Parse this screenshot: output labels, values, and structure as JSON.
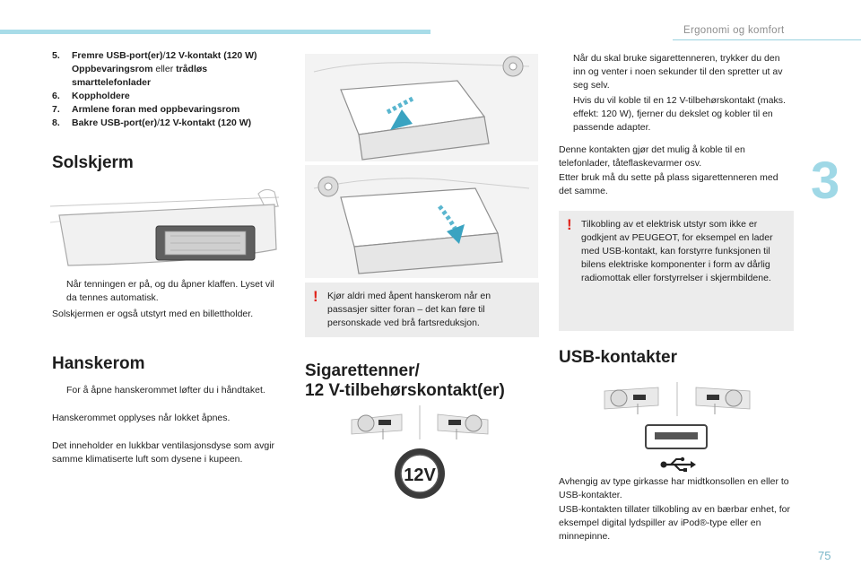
{
  "header": {
    "section": "Ergonomi og komfort",
    "chapter": "3",
    "page_number": "75"
  },
  "items": [
    {
      "num": "5.",
      "parts": [
        {
          "t": "Fremre USB-port(er)",
          "b": true
        },
        {
          "t": "/",
          "b": false
        },
        {
          "t": "12 V-kontakt (120 W)",
          "b": true
        }
      ]
    },
    {
      "num": "",
      "parts": [
        {
          "t": "Oppbevaringsrom",
          "b": true
        },
        {
          "t": " eller ",
          "b": false
        },
        {
          "t": "trådløs smarttelefonlader",
          "b": true
        }
      ]
    },
    {
      "num": "6.",
      "parts": [
        {
          "t": "Koppholdere",
          "b": true
        }
      ]
    },
    {
      "num": "7.",
      "parts": [
        {
          "t": "Armlene foran med oppbevaringsrom",
          "b": true
        }
      ]
    },
    {
      "num": "8.",
      "parts": [
        {
          "t": "Bakre USB-port(er)",
          "b": true
        },
        {
          "t": "/",
          "b": false
        },
        {
          "t": "12 V-kontakt (120 W)",
          "b": true
        }
      ]
    }
  ],
  "solskjerm": {
    "title": "Solskjerm",
    "bullet": "Når tenningen er på, og du åpner klaffen. Lyset vil da tennes automatisk.",
    "text": "Solskjermen er også utstyrt med en billettholder."
  },
  "hanskerom": {
    "title": "Hanskerom",
    "bullet": "For å åpne hanskerommet løfter du i håndtaket.",
    "text1": "Hanskerommet opplyses når lokket åpnes.",
    "text2": "Det inneholder en lukkbar ventilasjonsdyse som avgir samme klimatiserte luft som dysene i kupeen."
  },
  "glovebox_warning": "Kjør aldri med åpent hanskerom når en passasjer sitter foran – det kan føre til personskade ved brå fartsreduksjon.",
  "sigarettenner": {
    "title_line1": "Sigarettenner/",
    "title_line2": "12 V-tilbehørskontakt(er)",
    "socket_label": "12V"
  },
  "right_col": {
    "bullet1": "Når du skal bruke sigarettenneren, trykker du den inn og venter i noen sekunder til den spretter ut av seg selv.",
    "bullet2": "Hvis du vil koble til en 12 V-tilbehørskontakt (maks. effekt: 120 W), fjerner du dekslet og kobler til en passende adapter.",
    "text1": "Denne kontakten gjør det mulig å koble til en telefonlader, tåteflaskevarmer osv.",
    "text2": "Etter bruk må du sette på plass sigarettenneren med det samme.",
    "warning": "Tilkobling av et elektrisk utstyr som ikke er godkjent av PEUGEOT, for eksempel en lader med USB-kontakt, kan forstyrre funksjonen til bilens elektriske komponenter i form av dårlig radiomottak eller forstyrrelser i skjermbildene."
  },
  "usb": {
    "title": "USB-kontakter",
    "text1": "Avhengig av type girkasse har midtkonsollen en eller to USB-kontakter.",
    "text2": "USB-kontakten tillater tilkobling av en bærbar enhet, for eksempel digital lydspiller av iPod®-type eller en minnepinne."
  },
  "bullet_glyph": "",
  "warning_glyph": "!"
}
